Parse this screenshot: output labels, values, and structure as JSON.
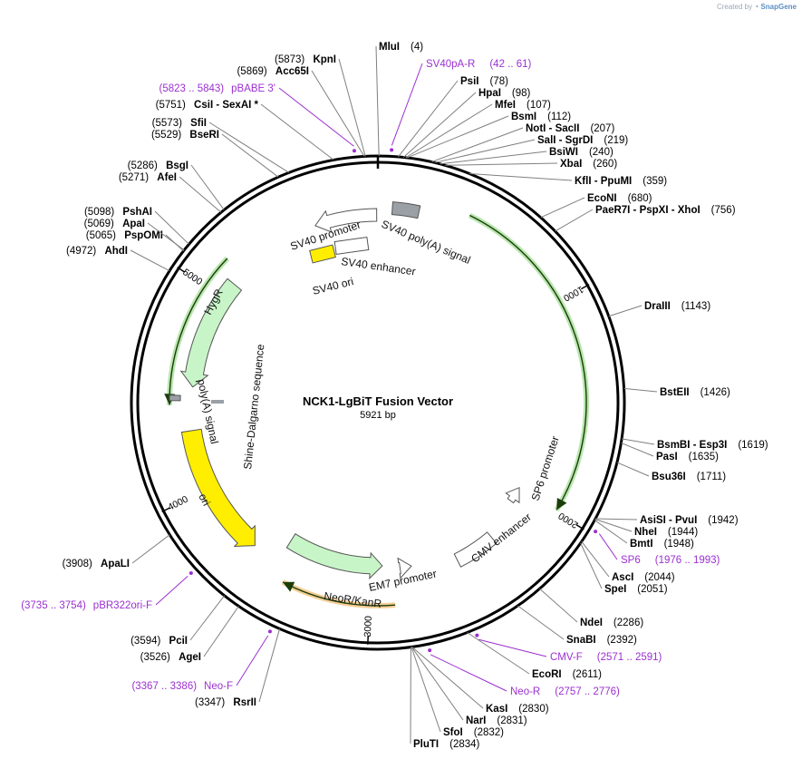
{
  "brand": {
    "prefix": "Created by",
    "name": "SnapGene"
  },
  "plasmid": {
    "name": "NCK1-LgBiT Fusion Vector",
    "length": "5921 bp",
    "total_bp": 5921
  },
  "ruler": [
    {
      "bp": 1000,
      "label": "1000"
    },
    {
      "bp": 2000,
      "label": "2000"
    },
    {
      "bp": 3000,
      "label": "3000"
    },
    {
      "bp": 4000,
      "label": "4000"
    },
    {
      "bp": 5000,
      "label": "5000"
    }
  ],
  "sites": [
    {
      "name": "MluI",
      "pos": "(4)",
      "bp": 4
    },
    {
      "name": "PsiI",
      "pos": "(78)",
      "bp": 78
    },
    {
      "name": "HpaI",
      "pos": "(98)",
      "bp": 98
    },
    {
      "name": "MfeI",
      "pos": "(107)",
      "bp": 107
    },
    {
      "name": "BsmI",
      "pos": "(112)",
      "bp": 112
    },
    {
      "name": "NotI  - SacII",
      "pos": "(207)",
      "bp": 207
    },
    {
      "name": "SalI  - SgrDI",
      "pos": "(219)",
      "bp": 219
    },
    {
      "name": "BsiWI",
      "pos": "(240)",
      "bp": 240
    },
    {
      "name": "XbaI",
      "pos": "(260)",
      "bp": 260
    },
    {
      "name": "KflI  - PpuMI",
      "pos": "(359)",
      "bp": 359
    },
    {
      "name": "EcoNI",
      "pos": "(680)",
      "bp": 680
    },
    {
      "name": "PaeR7I  - PspXI  - XhoI",
      "pos": "(756)",
      "bp": 756
    },
    {
      "name": "DraIII",
      "pos": "(1143)",
      "bp": 1143
    },
    {
      "name": "BstEII",
      "pos": "(1426)",
      "bp": 1426
    },
    {
      "name": "BsmBI  - Esp3I",
      "pos": "(1619)",
      "bp": 1619
    },
    {
      "name": "PasI",
      "pos": "(1635)",
      "bp": 1635
    },
    {
      "name": "Bsu36I",
      "pos": "(1711)",
      "bp": 1711
    },
    {
      "name": "AsiSI  - PvuI",
      "pos": "(1942)",
      "bp": 1942
    },
    {
      "name": "NheI",
      "pos": "(1944)",
      "bp": 1944
    },
    {
      "name": "BmtI",
      "pos": "(1948)",
      "bp": 1948
    },
    {
      "name": "AscI",
      "pos": "(2044)",
      "bp": 2044
    },
    {
      "name": "SpeI",
      "pos": "(2051)",
      "bp": 2051
    },
    {
      "name": "NdeI",
      "pos": "(2286)",
      "bp": 2286
    },
    {
      "name": "SnaBI",
      "pos": "(2392)",
      "bp": 2392
    },
    {
      "name": "EcoRI",
      "pos": "(2611)",
      "bp": 2611
    },
    {
      "name": "KasI",
      "pos": "(2830)",
      "bp": 2830
    },
    {
      "name": "NarI",
      "pos": "(2831)",
      "bp": 2831
    },
    {
      "name": "SfoI",
      "pos": "(2832)",
      "bp": 2832
    },
    {
      "name": "PluTI",
      "pos": "(2834)",
      "bp": 2834
    },
    {
      "name": "RsrII",
      "pos": "(3347)",
      "bp": 3347
    },
    {
      "name": "AgeI",
      "pos": "(3526)",
      "bp": 3526
    },
    {
      "name": "PciI",
      "pos": "(3594)",
      "bp": 3594
    },
    {
      "name": "ApaLI",
      "pos": "(3908)",
      "bp": 3908
    },
    {
      "name": "AhdI",
      "pos": "(4972)",
      "bp": 4972
    },
    {
      "name": "PspOMI",
      "pos": "(5065)",
      "bp": 5065
    },
    {
      "name": "ApaI",
      "pos": "(5069)",
      "bp": 5069
    },
    {
      "name": "PshAI",
      "pos": "(5098)",
      "bp": 5098
    },
    {
      "name": "AfeI",
      "pos": "(5271)",
      "bp": 5271
    },
    {
      "name": "BsgI",
      "pos": "(5286)",
      "bp": 5286
    },
    {
      "name": "BseRI",
      "pos": "(5529)",
      "bp": 5529
    },
    {
      "name": "SfiI",
      "pos": "(5573)",
      "bp": 5573
    },
    {
      "name": "CsiI  - SexAI *",
      "pos": "(5751)",
      "bp": 5751
    },
    {
      "name": "Acc65I",
      "pos": "(5869)",
      "bp": 5869
    },
    {
      "name": "KpnI",
      "pos": "(5873)",
      "bp": 5873
    }
  ],
  "primers": [
    {
      "name": "SV40pA-R",
      "range": "(42 .. 61)",
      "bp": 51
    },
    {
      "name": "SP6",
      "range": "(1976 .. 1993)",
      "bp": 1984
    },
    {
      "name": "CMV-F",
      "range": "(2571 .. 2591)",
      "bp": 2581
    },
    {
      "name": "Neo-R",
      "range": "(2757 .. 2776)",
      "bp": 2766
    },
    {
      "name": "Neo-F",
      "range": "(3367 .. 3386)",
      "bp": 3376
    },
    {
      "name": "pBR322ori-F",
      "range": "(3735 .. 3754)",
      "bp": 3744
    },
    {
      "name": "pBABE 3'",
      "range": "(5823 .. 5843)",
      "bp": 5833
    }
  ],
  "features": [
    {
      "name": "SV40 poly(A) signal",
      "kind": "box",
      "color": "#9aa0a6"
    },
    {
      "name": "SV40 promoter",
      "kind": "arrow",
      "color": "#ffffff"
    },
    {
      "name": "SV40 enhancer",
      "kind": "box",
      "color": "#ffffff"
    },
    {
      "name": "SV40 ori",
      "kind": "box",
      "color": "#ffee00"
    },
    {
      "name": "HygR",
      "kind": "arrow",
      "color": "#c8f5c8"
    },
    {
      "name": "poly(A) signal",
      "kind": "box",
      "color": "#9aa0a6"
    },
    {
      "name": "Shine-Dalgarno sequence",
      "kind": "box",
      "color": "#9aa0a6"
    },
    {
      "name": "ori",
      "kind": "arrow",
      "color": "#ffee00"
    },
    {
      "name": "NeoR/KanR",
      "kind": "arrow",
      "color": "#c8f5c8"
    },
    {
      "name": "EM7 promoter",
      "kind": "arrow",
      "color": "#ffffff"
    },
    {
      "name": "CMV enhancer",
      "kind": "box",
      "color": "#ffffff"
    },
    {
      "name": "SP6 promoter",
      "kind": "arrow",
      "color": "#ffffff"
    }
  ],
  "colors": {
    "primer": "#9b30d0",
    "orf_green": "#7fd16b",
    "orf_orange": "#f0a844",
    "backbone": "#000000"
  }
}
